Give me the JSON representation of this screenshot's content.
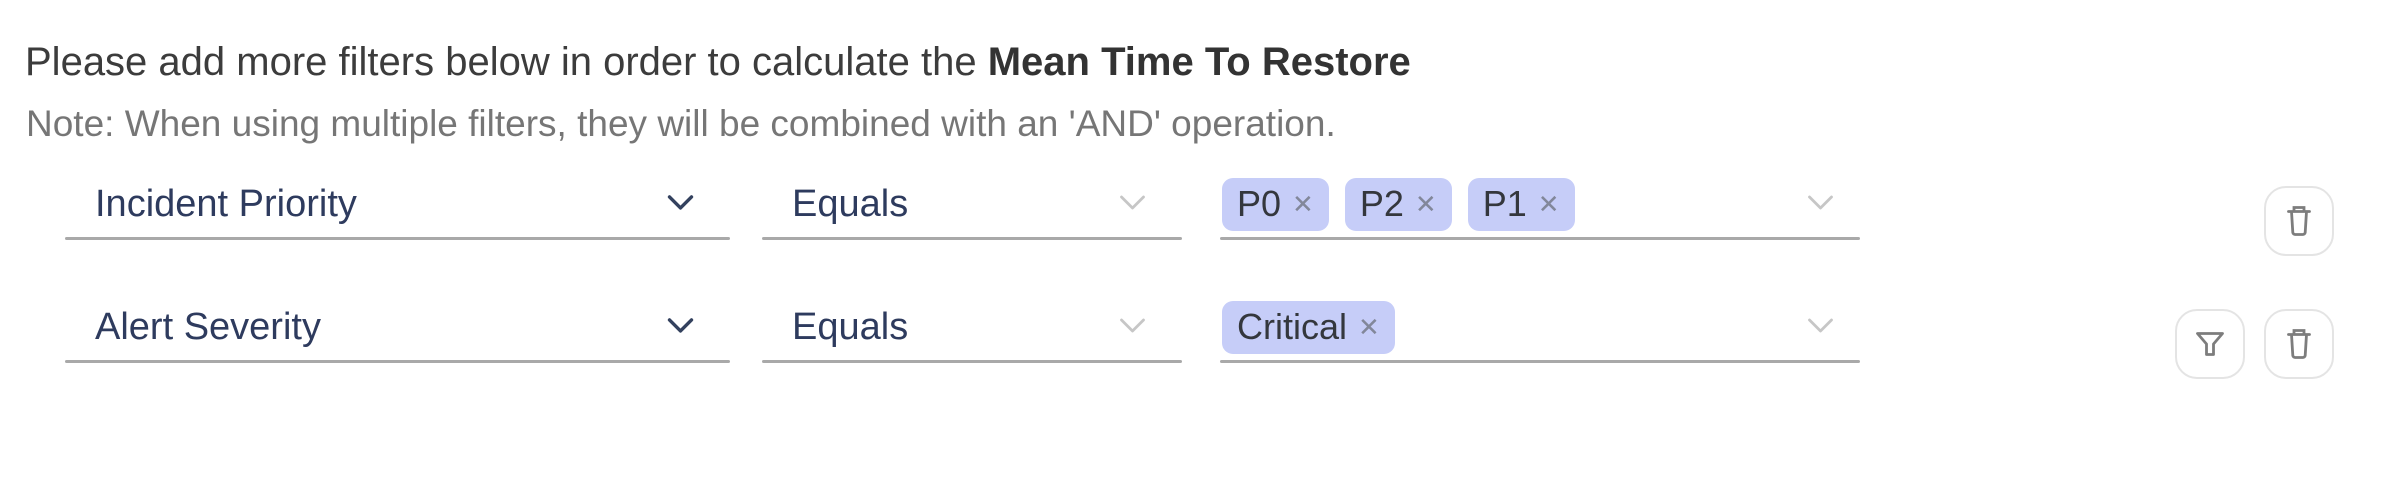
{
  "header": {
    "prefix": "Please add more filters below in order to calculate the ",
    "metric": "Mean Time To Restore"
  },
  "note": "Note: When using multiple filters, they will be combined with an 'AND' operation.",
  "filters": [
    {
      "attribute": "Incident Priority",
      "operator": "Equals",
      "values": [
        "P0",
        "P2",
        "P1"
      ],
      "actions": [
        "delete"
      ]
    },
    {
      "attribute": "Alert Severity",
      "operator": "Equals",
      "values": [
        "Critical"
      ],
      "actions": [
        "filter",
        "delete"
      ]
    }
  ],
  "tag_remove_glyph": "✕",
  "icons": {
    "attribute_dropdown": "chevron-down-icon",
    "operator_dropdown": "chevron-down-icon",
    "values_dropdown": "chevron-down-icon",
    "filter_action": "funnel-icon",
    "delete_action": "trash-icon"
  },
  "colors": {
    "header_text": "#3c3c3c",
    "note_text": "#767676",
    "field_text": "#2e3b5e",
    "underline": "#a9a9a9",
    "tag_bg": "#c6cdf8",
    "tag_text": "#34373d",
    "tag_x": "#82879a",
    "chevron_dark": "#33415e",
    "chevron_light": "#c6c6c6",
    "button_border": "#e4e4e4",
    "icon_gray": "#7d7d7d"
  }
}
